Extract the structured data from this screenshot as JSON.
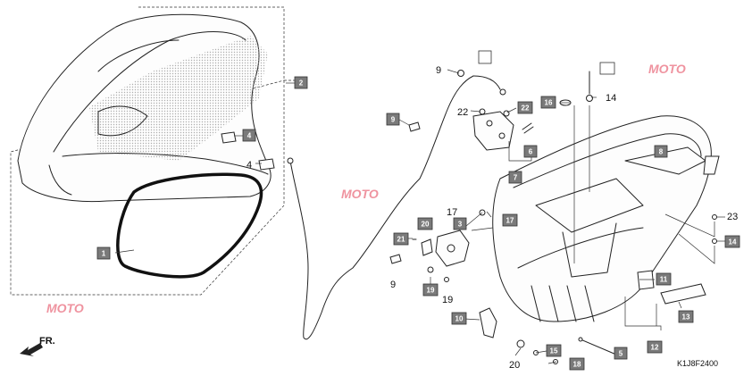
{
  "diagram_code": "K1J8F2400",
  "front_label": "FR.",
  "watermark_text": "MOTO",
  "accent_color": "#e23b52",
  "box_color": "#7a7a7a",
  "callouts_boxed": [
    {
      "id": "c1",
      "label": "1"
    },
    {
      "id": "c2",
      "label": "2"
    },
    {
      "id": "c3",
      "label": "3"
    },
    {
      "id": "c4",
      "label": "4"
    },
    {
      "id": "c5",
      "label": "5"
    },
    {
      "id": "c6",
      "label": "6"
    },
    {
      "id": "c7",
      "label": "7"
    },
    {
      "id": "c8",
      "label": "8"
    },
    {
      "id": "c9",
      "label": "9"
    },
    {
      "id": "c10",
      "label": "10"
    },
    {
      "id": "c11",
      "label": "11"
    },
    {
      "id": "c12",
      "label": "12"
    },
    {
      "id": "c13",
      "label": "13"
    },
    {
      "id": "c14",
      "label": "14"
    },
    {
      "id": "c15",
      "label": "15"
    },
    {
      "id": "c16",
      "label": "16"
    },
    {
      "id": "c17",
      "label": "17"
    },
    {
      "id": "c18",
      "label": "18"
    },
    {
      "id": "c19",
      "label": "19"
    },
    {
      "id": "c20",
      "label": "20"
    },
    {
      "id": "c21",
      "label": "21"
    },
    {
      "id": "c22",
      "label": "22"
    }
  ],
  "callouts_plain": [
    {
      "id": "p4",
      "label": "4"
    },
    {
      "id": "p9a",
      "label": "9"
    },
    {
      "id": "p9b",
      "label": "9"
    },
    {
      "id": "p14",
      "label": "14"
    },
    {
      "id": "p17",
      "label": "17"
    },
    {
      "id": "p19",
      "label": "19"
    },
    {
      "id": "p20",
      "label": "20"
    },
    {
      "id": "p22",
      "label": "22"
    },
    {
      "id": "p23",
      "label": "23"
    }
  ]
}
